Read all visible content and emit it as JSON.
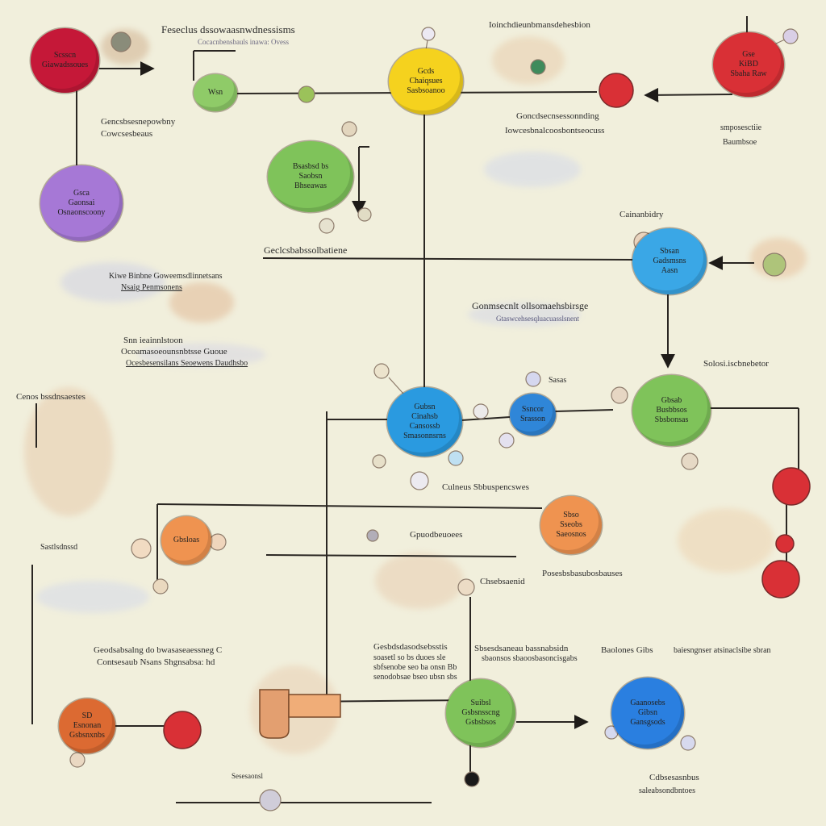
{
  "colors": {
    "background": "#f1efdc",
    "line": "#2a2622",
    "red": "#d93036",
    "crimson": "#c51838",
    "yellow": "#f5d21e",
    "green": "#7fc35a",
    "purple": "#a678d6",
    "blue": "#2a9ae0",
    "sky": "#3aa7e6",
    "orange": "#ef9350",
    "burnt": "#dc6a32",
    "royal": "#2a7fe0",
    "lilac": "#c9c6dd",
    "tan": "#e8b98c"
  },
  "labels": {
    "top_left_1": "Feseclus dssowaasnwdnessisms",
    "top_left_2": "Cocacnbensbauls inawa: Ovess",
    "top_center": "Ioinchdieunbmansdehesbion",
    "left_mid_1": "Gencsbsesnepowbny",
    "left_mid_2": "Cowcsesbeaus",
    "sparse_center": "Goncdsecnsessonnding",
    "sparse_center_2": "Iowcesbnalcoosbontseocuss",
    "right_top_1": "smposesctiie",
    "right_top_2": "Baumbsoe",
    "center_line": "Geclcsbabssolbatiene",
    "right_mid": "Cainanbidry",
    "note_1": "Kiwe Binbne Goweemsdlinnetsans",
    "note_2": "Nsaig Penmsonens",
    "center_note": "Gonmsecnlt ollsomaehsbirsge",
    "center_note_2": "Gtaswcehsesqluacuasslsnent",
    "left_note_1": "Snn ieainnlstoon",
    "left_note_2": "Ocoamasoeounsnbtsse Guoue",
    "left_note_3": "Ocesbesensilans Seoewens Daudhsbo",
    "mid_small": "Sasas",
    "right_mid_2": "Solosi.iscbnebetor",
    "left_edge": "Cenos bssdnsaestes",
    "center_low": "Culneus Sbbuspencswes",
    "center_low_2": "Gpuodbeuoees",
    "left_low": "Sastlsdnssd",
    "right_low": "Posesbsbasubosbauses",
    "center_low_3": "Chsebsaenid",
    "bottom_left_1": "Geodsabsalng do bwasaseaessneg C",
    "bottom_left_2": "Contsesaub Nsans Shgnsabsa: hd",
    "bottom_center_1": "Gesbdsdasodsebsstis",
    "bottom_center_2": "soasetl so bs duoes sle",
    "bottom_center_3": "sbfsenobe seo ba onsn Bb",
    "bottom_center_4": "senodobsae bseo ubsn sbs",
    "bottom_mid_1": "Sbsesdsaneau bassnabsidn",
    "bottom_mid_2": "sbaonsos sbaoosbasoncisgabs",
    "bottom_right_1": "Baolones Gibs",
    "bottom_right_2": "baiesngnser atsinaclsibe sbran",
    "bottom_bulb": "Sesesaonsl",
    "bottom_right_3": "Cdbsesasnbus",
    "bottom_right_4": "saleabsondbntoes"
  },
  "nodes": {
    "crimson_top_left": "Scsscn\nGiawadssoues",
    "green_small": "Wsn",
    "yellow_top": "Gcds\nChaiqsues\nSasbsoanoo",
    "red_top_right": "Gse\nKiBD\nSbaha Raw",
    "green_large": "Bsasbsd bs\nSaobsn\nBhseawas",
    "purple_left": "Gsca\nGaonsai\nOsnaonscoony",
    "sky_right": "Sbsan\nGadsmsns\nAasn",
    "blue_center": "Gubsn\nCinahsb\nCansossb\nSmasonnsrns",
    "blue_small": "Ssncor\nSrasson",
    "green_right": "Gbsab\nBusbbsos\nSbsbonsas",
    "orange_left": "Gbsloas",
    "orange_right": "Sbso\nSseobs\nSaeosnos",
    "orange_bottom_left": "SD\nEsnonan\nGsbsnxnbs",
    "green_bottom": "Suibsl\nGsbsnsscng\nGsbsbsos",
    "blue_bottom_right": "Gaanosebs\nGibsn\nGansgsods"
  }
}
